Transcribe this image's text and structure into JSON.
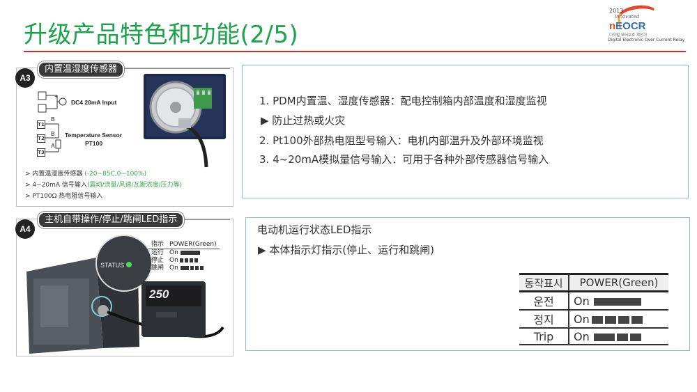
{
  "slide": {
    "title": "升级产品特色和功能(2/5)"
  },
  "logo": {
    "year": "2013",
    "award": "Innovated",
    "brand_prefix": "n",
    "brand_main": "EOCR",
    "korean": "디지털 모터보호 계전기",
    "subtitle": "Digital Electronic Over Current Relay"
  },
  "panel_a3": {
    "badge": "A3",
    "tab_label": "内置温湿度传感器",
    "diagram": {
      "input_label": "DC4  20mA Input",
      "sensor_label_1": "Temperature Sensor",
      "sensor_label_2": "PT100",
      "terminals": [
        "T1",
        "T2",
        "T3"
      ],
      "plus": "+",
      "minus": "-",
      "b1": "B",
      "b2": "B",
      "a": "A"
    },
    "bullets": [
      {
        "arrow": ">",
        "text": "内置温湿度传感器 ",
        "green": "(-20~85C,0~100%)"
      },
      {
        "arrow": ">",
        "text": "4~20mA  信号输入",
        "green": "(震动/流量/风速/瓦斯浓度/压力等)"
      },
      {
        "arrow": ">",
        "text": "PT100Ω 热电阻信号输入",
        "green": ""
      }
    ]
  },
  "info_a3": {
    "lines": [
      "1. PDM内置温、湿度传感器：配电控制箱内部温度和湿度监视",
      "▶  防止过热或火灾",
      "2. Pt100外部热电阻型号输入：电机内部温升及外部环境监视",
      "3. 4~20mA模拟量信号输入：可用于各种外部传感器信号输入"
    ]
  },
  "panel_a4": {
    "badge": "A4",
    "tab_label": "主机自带操作/停止/跳闸LED指示",
    "status_label": "STATUS",
    "display_value": "250",
    "table_header": [
      "指示",
      "POWER(Green)"
    ],
    "table_rows": [
      {
        "label": "运行",
        "state": "On"
      },
      {
        "label": "停止",
        "state": "On"
      },
      {
        "label": "跳闸",
        "state": "On"
      }
    ]
  },
  "info_a4": {
    "heading": "电动机运行状态LED指示",
    "line": "▶  本体指示灯指示(停止、运行和跳闸)",
    "table_header": [
      "동작표시",
      "POWER(Green)"
    ],
    "table_rows": [
      {
        "label": "운전",
        "state": "On"
      },
      {
        "label": "정지",
        "state": "On"
      },
      {
        "label": "Trip",
        "state": "On"
      }
    ]
  },
  "colors": {
    "title_green": "#1aa34a",
    "rule_red": "#d8262d",
    "info_border": "#7fc4cc",
    "bullet_green": "#3aa84a"
  }
}
